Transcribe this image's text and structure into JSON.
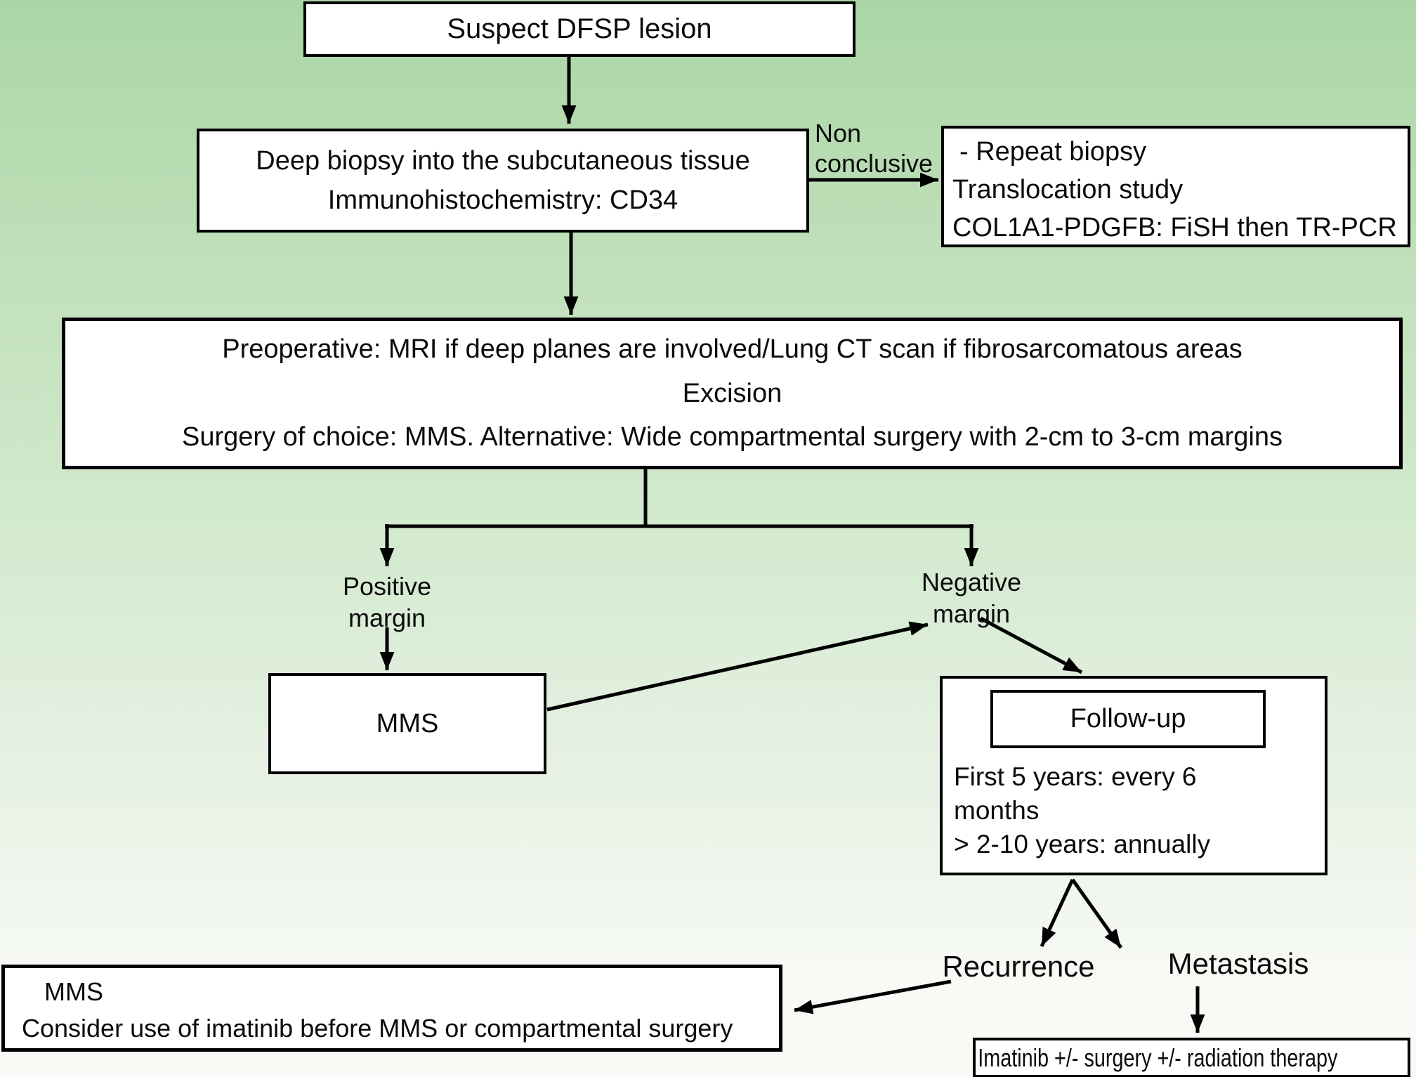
{
  "colors": {
    "bg_top": "#aad6a5",
    "bg_mid": "#d5ebd1",
    "bg_bottom": "#f8faf6",
    "box_fill": "#ffffff",
    "line_color": "#000000",
    "text_color": "#0b0b0b"
  },
  "boxes": {
    "suspect": {
      "text": "Suspect DFSP lesion"
    },
    "biopsy": {
      "line1": "Deep biopsy into the subcutaneous tissue",
      "line2": "Immunohistochemistry: CD34"
    },
    "repeat": {
      "line1": "- Repeat biopsy",
      "line2": "Translocation study",
      "line3": "COL1A1-PDGFB: FiSH then TR-PCR"
    },
    "preop": {
      "line1": "Preoperative: MRI if deep planes are involved/Lung CT scan if fibrosarcomatous areas",
      "line2": "Excision",
      "line3": "Surgery of choice: MMS. Alternative: Wide compartmental surgery with 2-cm to 3-cm margins"
    },
    "mms": {
      "text": "MMS"
    },
    "followup": {
      "title": "Follow-up",
      "line1": "First 5 years: every 6",
      "line2": "months",
      "line3": "> 2-10 years: annually"
    },
    "mms_imatinib": {
      "line1": "MMS",
      "line2": "Consider use of imatinib before MMS or compartmental surgery"
    },
    "imatinib": {
      "text": "Imatinib +/- surgery +/- radiation therapy"
    }
  },
  "labels": {
    "nonconclusive": {
      "line1": "Non",
      "line2": "conclusive"
    },
    "positive_margin": {
      "line1": "Positive",
      "line2": "margin"
    },
    "negative_margin": {
      "line1": "Negative",
      "line2": "margin"
    },
    "recurrence": "Recurrence",
    "metastasis": "Metastasis"
  }
}
